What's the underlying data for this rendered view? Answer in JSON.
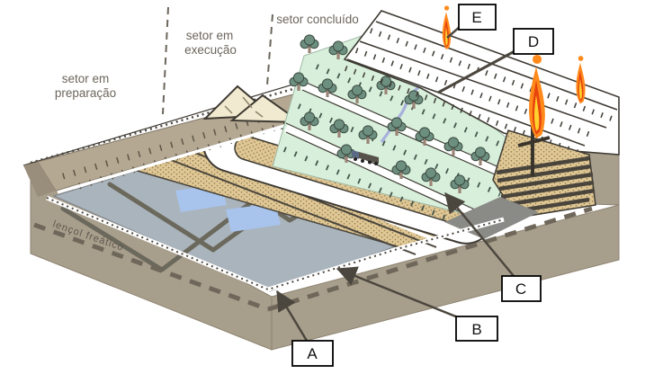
{
  "sectors": {
    "preparation_line1": "setor em",
    "preparation_line2": "preparação",
    "execution_line1": "setor em",
    "execution_line2": "execução",
    "completed": "setor concluído"
  },
  "water_table_label": "lençol freático",
  "markers": {
    "A": "A",
    "B": "B",
    "C": "C",
    "D": "D",
    "E": "E"
  },
  "colors": {
    "background": "#ffffff",
    "soil": "#a89e8c",
    "berm_wall": "#b5a893",
    "liner_gray": "#aab4bc",
    "leachate_blue": "#a8c4ec",
    "waste_tan": "#e0c794",
    "waste_layer_dark": "#4a453c",
    "grass_green": "#d7efdb",
    "tree_green": "#6d8f80",
    "tree_trunk": "#9a8476",
    "sand_pile": "#f2ead0",
    "pond_gray": "#8a8a86",
    "stream_blue": "#a8b0dc",
    "flame_orange": "#ff8a1c",
    "flame_red": "#e8440e",
    "flame_yellow": "#ffd22e",
    "text_gray": "#6c665c",
    "line_dark": "#4c473e"
  }
}
